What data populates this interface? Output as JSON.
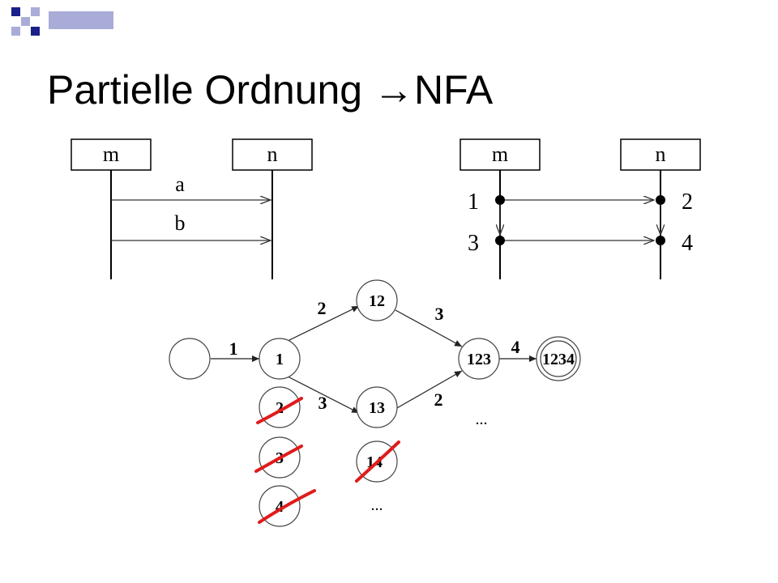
{
  "slide": {
    "title": "Partielle Ordnung →NFA",
    "accent_color": "#1a1f8a",
    "accent_light": "#a9acd6",
    "strike_color": "#e01b1b"
  },
  "msc_left": {
    "instance_m": "m",
    "instance_n": "n",
    "message_a": "a",
    "message_b": "b"
  },
  "msc_right": {
    "instance_m": "m",
    "instance_n": "n",
    "event_1": "1",
    "event_2": "2",
    "event_3": "3",
    "event_4": "4"
  },
  "nfa": {
    "states": {
      "start": "",
      "s1": "1",
      "s12": "12",
      "s13": "13",
      "s123": "123",
      "s1234": "1234",
      "s2": "2",
      "s3": "3",
      "s4": "4",
      "s14": "14"
    },
    "transitions": {
      "start_to_1": "1",
      "s1_to_12": "2",
      "s1_to_13": "3",
      "s12_to_123": "3",
      "s13_to_123": "2",
      "s123_to_1234": "4"
    },
    "ellipsis_upper": "...",
    "ellipsis_lower": "..."
  }
}
